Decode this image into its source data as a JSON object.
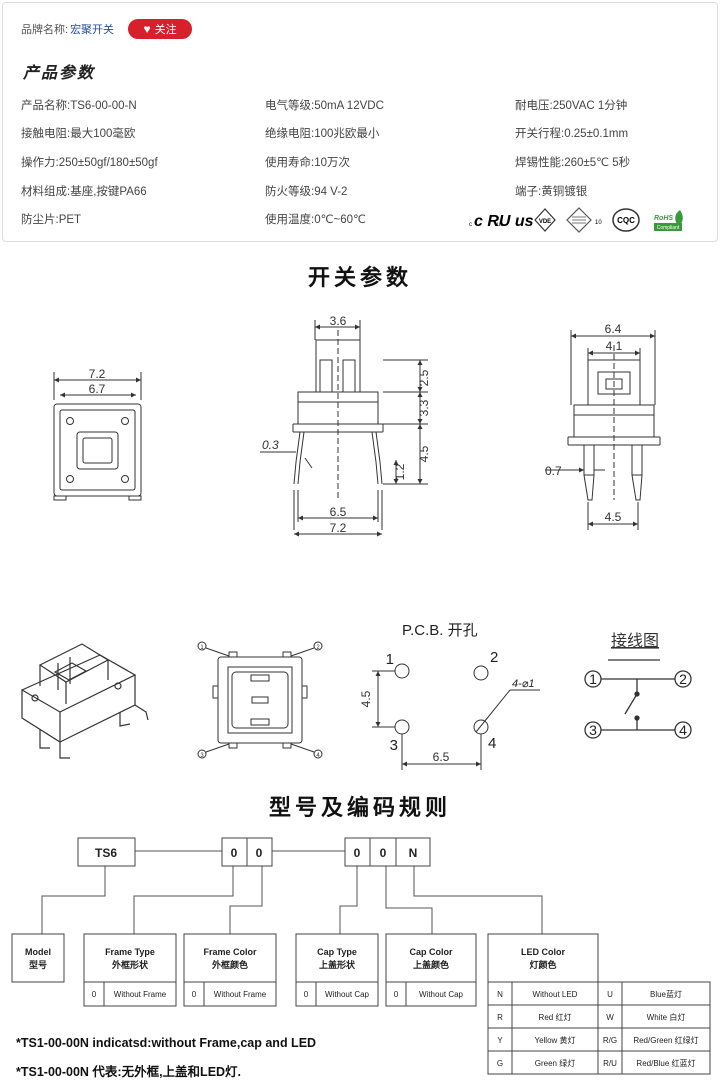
{
  "header": {
    "brand_label": "品牌名称:",
    "brand_name": "宏聚开关",
    "follow_label": "关注"
  },
  "params_title": "产品参数",
  "params": {
    "model": "产品名称:TS6-00-00-N",
    "rating": "电气等级:50mA  12VDC",
    "withstand": "耐电压:250VAC  1分钟",
    "contact_res": "接触电阻:最大100毫欧",
    "insulation": "绝缘电阻:100兆欧最小",
    "travel": "开关行程:0.25±0.1mm",
    "force": "操作力:250±50gf/180±50gf",
    "life": "使用寿命:10万次",
    "solder": "焊锡性能:260±5℃  5秒",
    "material": "材料组成:基座,按键PA66",
    "fire": "防火等级:94 V-2",
    "terminal": "端子:黄铜镀银",
    "dust": "防尘片:PET",
    "temp": "使用温度:0℃~60℃"
  },
  "certs": {
    "ul": "c RU us",
    "vde": "VDE",
    "ten": "10",
    "cqc": "CQC",
    "rohs": "RoHS",
    "rohs_sub": "Compliant"
  },
  "switch_title": "开关参数",
  "dims": {
    "front_w1": "7.2",
    "front_w2": "6.7",
    "side_top": "3.6",
    "side_h1": "2.5",
    "side_h2": "3.3",
    "side_h3": "4.5",
    "side_h4": "1.2",
    "side_angle": "0.3",
    "side_b1": "6.5",
    "side_b2": "7.2",
    "right_w1": "6.4",
    "right_w2": "4.1",
    "right_pin": "0.7",
    "right_b": "4.5"
  },
  "pcb": {
    "title": "P.C.B. 开孔",
    "n1": "1",
    "n2": "2",
    "n3": "3",
    "n4": "4",
    "hole": "4-⌀1",
    "v": "4.5",
    "h": "6.5"
  },
  "pin_numbers": [
    "1",
    "2",
    "3",
    "4"
  ],
  "wiring": {
    "title": "接线图",
    "n1": "1",
    "n2": "2",
    "n3": "3",
    "n4": "4"
  },
  "code_title": "型号及编码规则",
  "code": {
    "model": "TS6",
    "d1": "0",
    "d2": "0",
    "d3": "0",
    "d4": "0",
    "led": "N"
  },
  "legend": {
    "model_en": "Model",
    "model_cn": "型号",
    "frame_type_en": "Frame Type",
    "frame_type_cn": "外框形状",
    "frame_type_code": "0",
    "frame_type_val": "Without Frame",
    "frame_color_en": "Frame Color",
    "frame_color_cn": "外框颜色",
    "frame_color_code": "0",
    "frame_color_val": "Without Frame",
    "cap_type_en": "Cap Type",
    "cap_type_cn": "上盖形状",
    "cap_type_code": "0",
    "cap_type_val": "Without Cap",
    "cap_color_en": "Cap Color",
    "cap_color_cn": "上盖颜色",
    "cap_color_code": "0",
    "cap_color_val": "Without Cap",
    "led_en": "LED Color",
    "led_cn": "灯颜色",
    "led_rows": [
      {
        "c1": "N",
        "v1": "Without LED",
        "c2": "U",
        "v2": "Blue蓝灯"
      },
      {
        "c1": "R",
        "v1": "Red 红灯",
        "c2": "W",
        "v2": "White 白灯"
      },
      {
        "c1": "Y",
        "v1": "Yellow 黄灯",
        "c2": "R/G",
        "v2": "Red/Green 红绿灯"
      },
      {
        "c1": "G",
        "v1": "Green 绿灯",
        "c2": "R/U",
        "v2": "Red/Blue 红蓝灯"
      }
    ]
  },
  "footnotes": {
    "en": "*TS1-00-00N indicatsd:without Frame,cap and LED",
    "cn": "*TS1-00-00N 代表:无外框,上盖和LED灯."
  },
  "colors": {
    "accent": "#d8202c",
    "brand": "#2a4d9b",
    "line": "#333333"
  }
}
